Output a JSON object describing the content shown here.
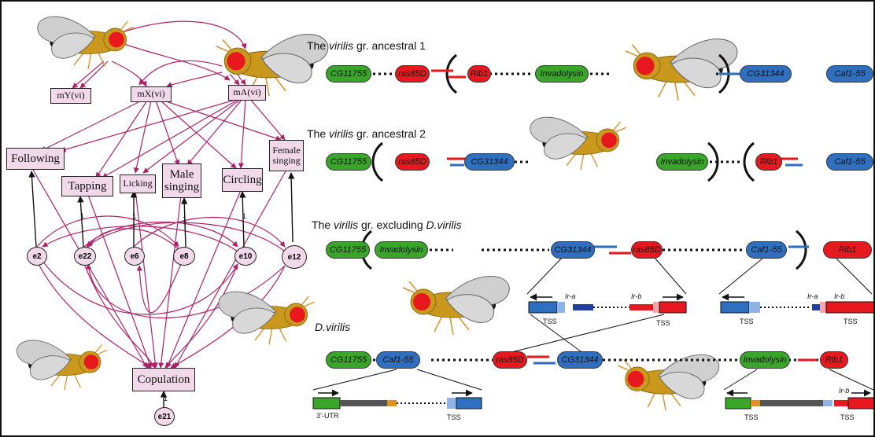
{
  "sem": {
    "observed": {
      "mY": "mY(vi)",
      "mX": "mX(vi)",
      "mA": "mA(vi)",
      "following": "Following",
      "tapping": "Tapping",
      "licking": "Licking",
      "male_singing": "Male singing",
      "circling": "Circling",
      "female_singing": "Female singing",
      "copulation": "Copulation"
    },
    "errors": [
      "e2",
      "e22",
      "e6",
      "e8",
      "e10",
      "e12"
    ],
    "error_copulation": "e21",
    "path_coef": "1"
  },
  "rows": {
    "r1": {
      "prefix": "The ",
      "italic": "virilis",
      "suffix": " gr. ancestral 1"
    },
    "r2": {
      "prefix": "The ",
      "italic": "virilis",
      "suffix": " gr. ancestral 2"
    },
    "r3": {
      "prefix": "The ",
      "italic": "virilis",
      "suffix": " gr. excluding ",
      "italic2": "D.virilis"
    },
    "r4": {
      "italic": "D.virilis"
    }
  },
  "genes": {
    "cg11755": "CG11755",
    "ras85d": "ras85D",
    "rlb1": "Rlb1",
    "invadolysin": "Invadolysin",
    "cg31344": "CG31344",
    "caf1": "Caf1-55"
  },
  "annotations": {
    "tss": "TSS",
    "ir_a": "Ir-a",
    "ir_b": "Ir-b",
    "utr": "3’-UTR"
  },
  "colors": {
    "box_fill": "#f1d9e9",
    "arrow": "#b0206a",
    "gene_green": "#3aa629",
    "gene_red": "#e8191e",
    "gene_blue": "#2f6fbf",
    "fly_body": "#c9981c",
    "fly_eye": "#e8191e",
    "fly_wing": "#cfcfcf"
  }
}
